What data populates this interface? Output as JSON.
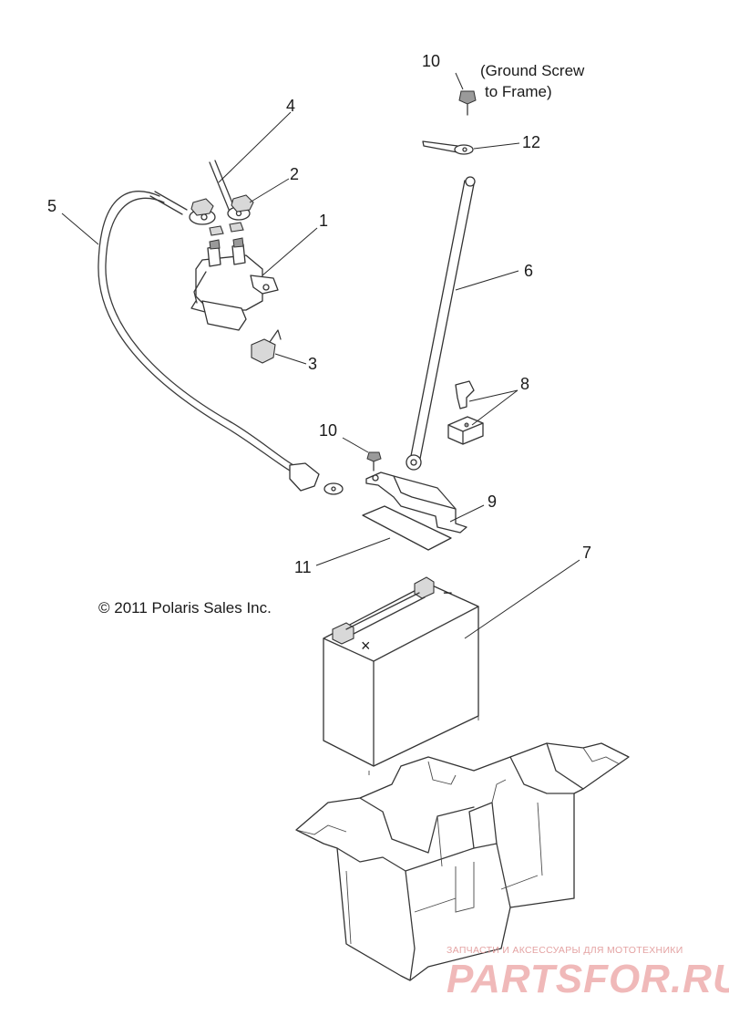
{
  "diagram": {
    "callouts": [
      {
        "id": "c1",
        "text": "1"
      },
      {
        "id": "c2",
        "text": "2"
      },
      {
        "id": "c3",
        "text": "3"
      },
      {
        "id": "c4",
        "text": "4"
      },
      {
        "id": "c5",
        "text": "5"
      },
      {
        "id": "c6",
        "text": "6"
      },
      {
        "id": "c7",
        "text": "7"
      },
      {
        "id": "c8",
        "text": "8"
      },
      {
        "id": "c9",
        "text": "9"
      },
      {
        "id": "c10a",
        "text": "10"
      },
      {
        "id": "c10b",
        "text": "10"
      },
      {
        "id": "c11",
        "text": "11"
      },
      {
        "id": "c12",
        "text": "12"
      }
    ],
    "note_line1": "(Ground Screw",
    "note_line2": "to Frame)",
    "copyright": "© 2011 Polaris Sales Inc.",
    "watermark_small": "ЗАПЧАСТИ И АКСЕССУАРЫ ДЛЯ МОТОТЕХНИКИ",
    "watermark_big": "PARTSFOR.RU",
    "battery_minus": "−",
    "battery_plus": "×"
  }
}
